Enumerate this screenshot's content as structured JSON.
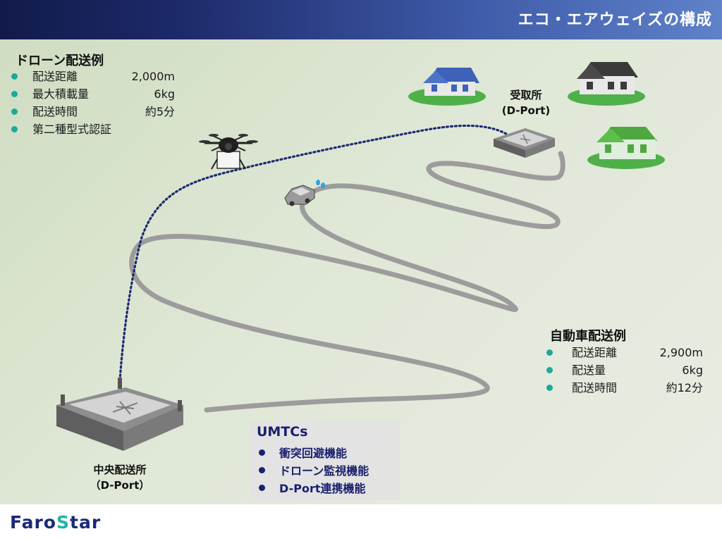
{
  "header": {
    "title": "エコ・エアウェイズの構成"
  },
  "drone": {
    "title": "ドローン配送例",
    "items": [
      {
        "label": "配送距離",
        "value": "2,000m"
      },
      {
        "label": "最大積載量",
        "value": "6kg"
      },
      {
        "label": "配送時間",
        "value": "約5分"
      },
      {
        "label": "第二種型式認証",
        "value": ""
      }
    ]
  },
  "vehicle": {
    "title": "自動車配送例",
    "items": [
      {
        "label": "配送距離",
        "value": "2,900m"
      },
      {
        "label": "配送量",
        "value": "6kg"
      },
      {
        "label": "配送時間",
        "value": "約12分"
      }
    ]
  },
  "receiver": {
    "line1": "受取所",
    "line2": "(D-Port)"
  },
  "central": {
    "line1": "中央配送所",
    "line2": "（D-Port）"
  },
  "umtcs": {
    "title": "UMTCs",
    "items": [
      "衝突回避機能",
      "ドローン監視機能",
      "D-Port連携機能"
    ]
  },
  "logo": {
    "part1": "Faro",
    "part2": "S",
    "part3": "tar"
  },
  "colors": {
    "header_dark": "#121a4a",
    "header_light": "#5f82c9",
    "bullet": "#1ea89a",
    "umtc_text": "#1a1f6e"
  }
}
